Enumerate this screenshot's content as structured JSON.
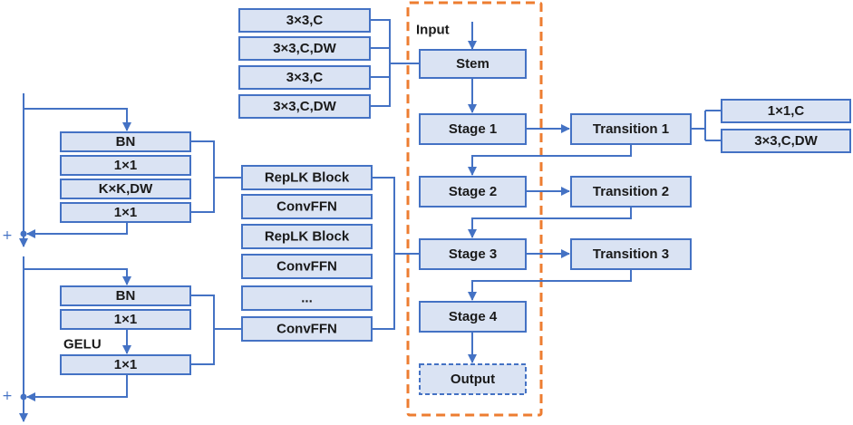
{
  "pipeline": {
    "input_label": "Input",
    "stem": "Stem",
    "stage1": "Stage 1",
    "stage2": "Stage 2",
    "stage3": "Stage 3",
    "stage4": "Stage 4",
    "output": "Output"
  },
  "transitions": {
    "t1": "Transition 1",
    "t2": "Transition 2",
    "t3": "Transition 3"
  },
  "transition_detail": {
    "conv1": "1×1,C",
    "conv2": "3×3,C,DW"
  },
  "stem_detail": {
    "c1": "3×3,C",
    "c2": "3×3,C,DW",
    "c3": "3×3,C",
    "c4": "3×3,C,DW"
  },
  "stage_blocks": {
    "b1": "RepLK Block",
    "b2": "ConvFFN",
    "b3": "RepLK Block",
    "b4": "ConvFFN",
    "b5": "...",
    "b6": "ConvFFN"
  },
  "replk_block": {
    "l1": "BN",
    "l2": "1×1",
    "l3": "K×K,DW",
    "l4": "1×1",
    "plus": "+"
  },
  "convffn_block": {
    "l1": "BN",
    "l2": "1×1",
    "gelu": "GELU",
    "l3": "1×1",
    "plus": "+"
  },
  "colors": {
    "box_fill": "#dae3f3",
    "box_stroke": "#4472c4",
    "frame": "#ed7d31"
  }
}
